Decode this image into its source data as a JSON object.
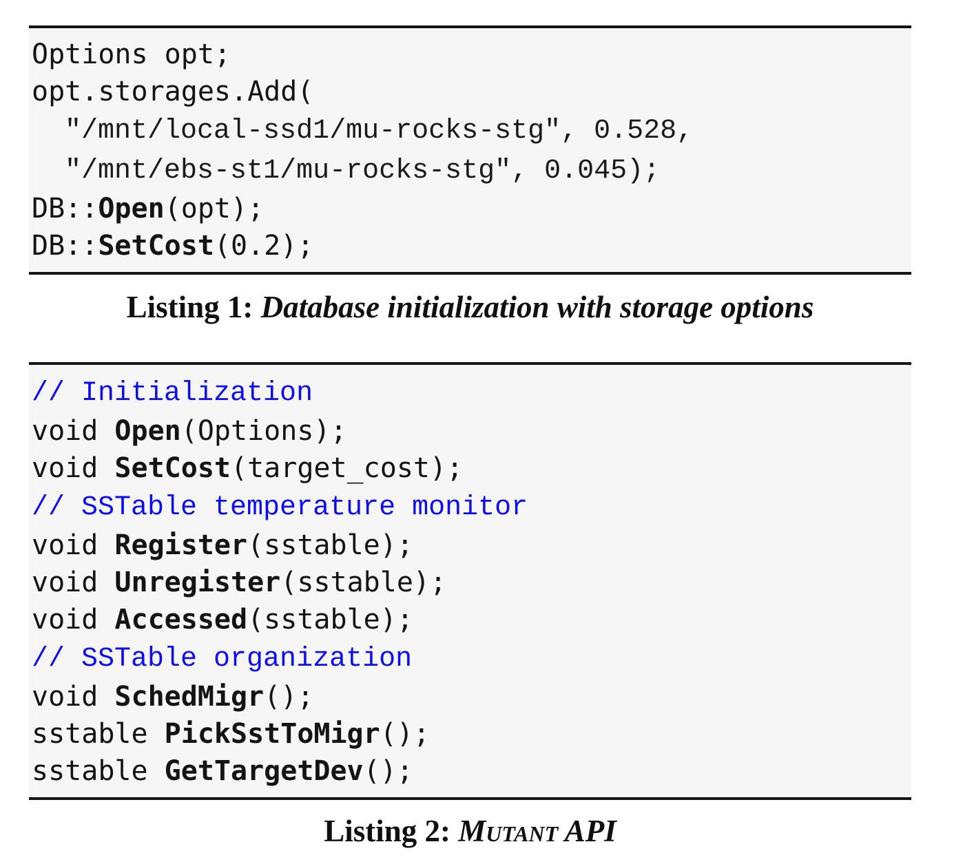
{
  "colors": {
    "page_background": "#ffffff",
    "block_background": "#f6f6f6",
    "rule": "#141414",
    "code_text": "#141414",
    "comment_blue": "#0d0df2"
  },
  "listings": [
    {
      "name": "listing-1",
      "caption": {
        "segments": [
          {
            "text": "Listing 1: ",
            "style": "label"
          },
          {
            "text": "Database initialization with storage options",
            "style": "italic"
          }
        ]
      },
      "lines": [
        {
          "segments": [
            {
              "text": "Options opt;",
              "style": "plain"
            }
          ]
        },
        {
          "segments": [
            {
              "text": "opt.storages.Add(",
              "style": "plain"
            }
          ]
        },
        {
          "segments": [
            {
              "text": "  \"/mnt/local-ssd1/mu-rocks-stg\", 0.528,",
              "style": "literal"
            }
          ]
        },
        {
          "segments": [
            {
              "text": "  \"/mnt/ebs-st1/mu-rocks-stg\", 0.045);",
              "style": "literal"
            }
          ]
        },
        {
          "segments": [
            {
              "text": "DB::",
              "style": "plain"
            },
            {
              "text": "Open",
              "style": "bold"
            },
            {
              "text": "(opt);",
              "style": "plain"
            }
          ]
        },
        {
          "segments": [
            {
              "text": "DB::",
              "style": "plain"
            },
            {
              "text": "SetCost",
              "style": "bold"
            },
            {
              "text": "(0.2);",
              "style": "plain"
            }
          ]
        }
      ]
    },
    {
      "name": "listing-2",
      "caption": {
        "segments": [
          {
            "text": "Listing 2: ",
            "style": "label"
          },
          {
            "text": "Mutant",
            "style": "smallcaps"
          },
          {
            "text": " API",
            "style": "italic"
          }
        ]
      },
      "lines": [
        {
          "segments": [
            {
              "text": "// Initialization",
              "style": "comment"
            }
          ]
        },
        {
          "segments": [
            {
              "text": "void ",
              "style": "plain"
            },
            {
              "text": "Open",
              "style": "bold"
            },
            {
              "text": "(Options);",
              "style": "plain"
            }
          ]
        },
        {
          "segments": [
            {
              "text": "void ",
              "style": "plain"
            },
            {
              "text": "SetCost",
              "style": "bold"
            },
            {
              "text": "(target_cost);",
              "style": "plain"
            }
          ]
        },
        {
          "segments": [
            {
              "text": "// SSTable temperature monitor",
              "style": "comment"
            }
          ]
        },
        {
          "segments": [
            {
              "text": "void ",
              "style": "plain"
            },
            {
              "text": "Register",
              "style": "bold"
            },
            {
              "text": "(sstable);",
              "style": "plain"
            }
          ]
        },
        {
          "segments": [
            {
              "text": "void ",
              "style": "plain"
            },
            {
              "text": "Unregister",
              "style": "bold"
            },
            {
              "text": "(sstable);",
              "style": "plain"
            }
          ]
        },
        {
          "segments": [
            {
              "text": "void ",
              "style": "plain"
            },
            {
              "text": "Accessed",
              "style": "bold"
            },
            {
              "text": "(sstable);",
              "style": "plain"
            }
          ]
        },
        {
          "segments": [
            {
              "text": "// SSTable organization",
              "style": "comment"
            }
          ]
        },
        {
          "segments": [
            {
              "text": "void ",
              "style": "plain"
            },
            {
              "text": "SchedMigr",
              "style": "bold"
            },
            {
              "text": "();",
              "style": "plain"
            }
          ]
        },
        {
          "segments": [
            {
              "text": "sstable ",
              "style": "plain"
            },
            {
              "text": "PickSstToMigr",
              "style": "bold"
            },
            {
              "text": "();",
              "style": "plain"
            }
          ]
        },
        {
          "segments": [
            {
              "text": "sstable ",
              "style": "plain"
            },
            {
              "text": "GetTargetDev",
              "style": "bold"
            },
            {
              "text": "();",
              "style": "plain"
            }
          ]
        }
      ]
    }
  ]
}
